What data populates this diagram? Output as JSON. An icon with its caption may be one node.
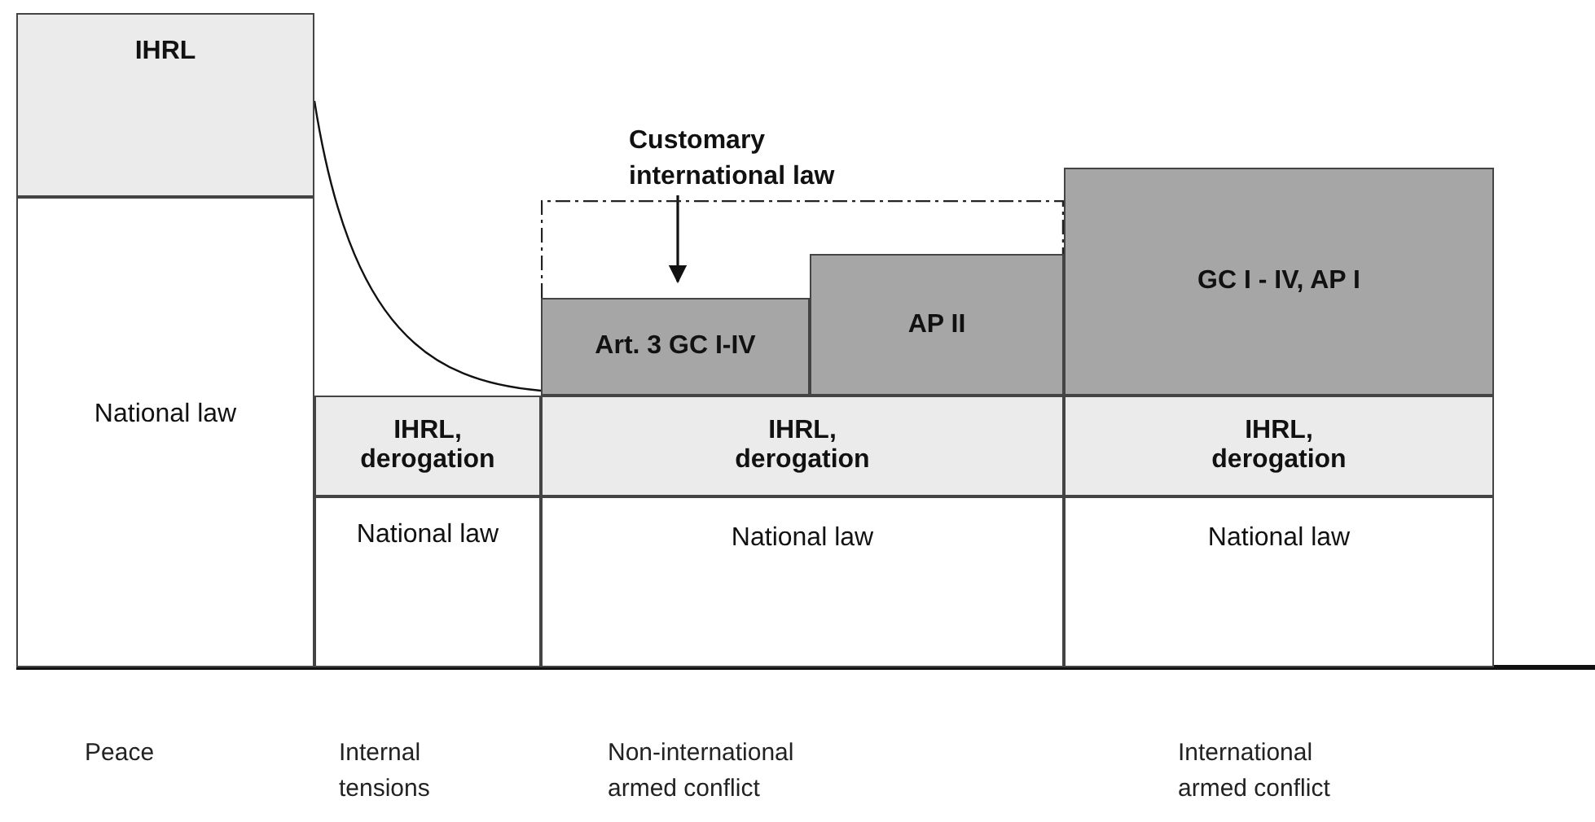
{
  "diagram": {
    "nodes": [
      {
        "text": [
          "IHRL"
        ]
      },
      {
        "text": [
          "National law"
        ]
      },
      {
        "text": [
          "Customary international law"
        ]
      },
      {
        "text": [],
        "shape": "box"
      },
      {
        "text": [
          "GC I - IV,  AP I"
        ]
      },
      {
        "text": [
          "AP II"
        ]
      },
      {
        "text": [
          "Art. 3 GC I-IV"
        ]
      },
      {
        "text": [
          "IHRL, derogation"
        ]
      },
      {
        "text": [
          "IHRL, derogation"
        ]
      },
      {
        "text": [
          "IHRL, derogation"
        ]
      },
      {
        "text": [
          "National law"
        ]
      },
      {
        "text": [
          "National law"
        ]
      },
      {
        "text": [
          "National law"
        ]
      }
    ],
    "edges": [
      {
        "from": 2,
        "to": 3,
        "arrow": "to"
      },
      {
        "from": 0,
        "to": 6,
        "arrow": "none"
      }
    ],
    "labels": [
      "Peace",
      "Internal tensions",
      "Non-international armed conflict",
      "International armed conflict"
    ]
  }
}
